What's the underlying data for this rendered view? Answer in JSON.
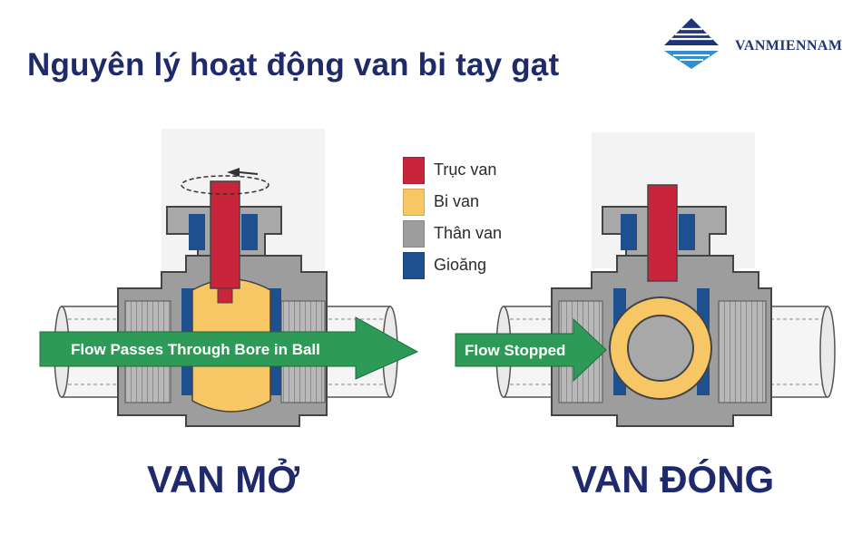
{
  "title": "Nguyên lý hoạt động van bi tay gạt",
  "logo": {
    "text": "VANMIENNAM"
  },
  "legend": [
    {
      "label": "Trục van",
      "color": "#c8243c"
    },
    {
      "label": "Bi van",
      "color": "#f7c766"
    },
    {
      "label": "Thân van",
      "color": "#9d9d9d"
    },
    {
      "label": "Gioăng",
      "color": "#1e4f8f"
    }
  ],
  "open_valve": {
    "flow_label": "Flow  Passes Through Bore in Ball",
    "caption": "VAN MỞ"
  },
  "closed_valve": {
    "flow_label": "Flow  Stopped",
    "caption": "VAN ĐÓNG"
  },
  "colors": {
    "title": "#1f2a6b",
    "arrow": "#2e9a57",
    "stem": "#c8243c",
    "ball": "#f7c766",
    "body": "#9d9d9d",
    "seal": "#1e4f8f"
  }
}
